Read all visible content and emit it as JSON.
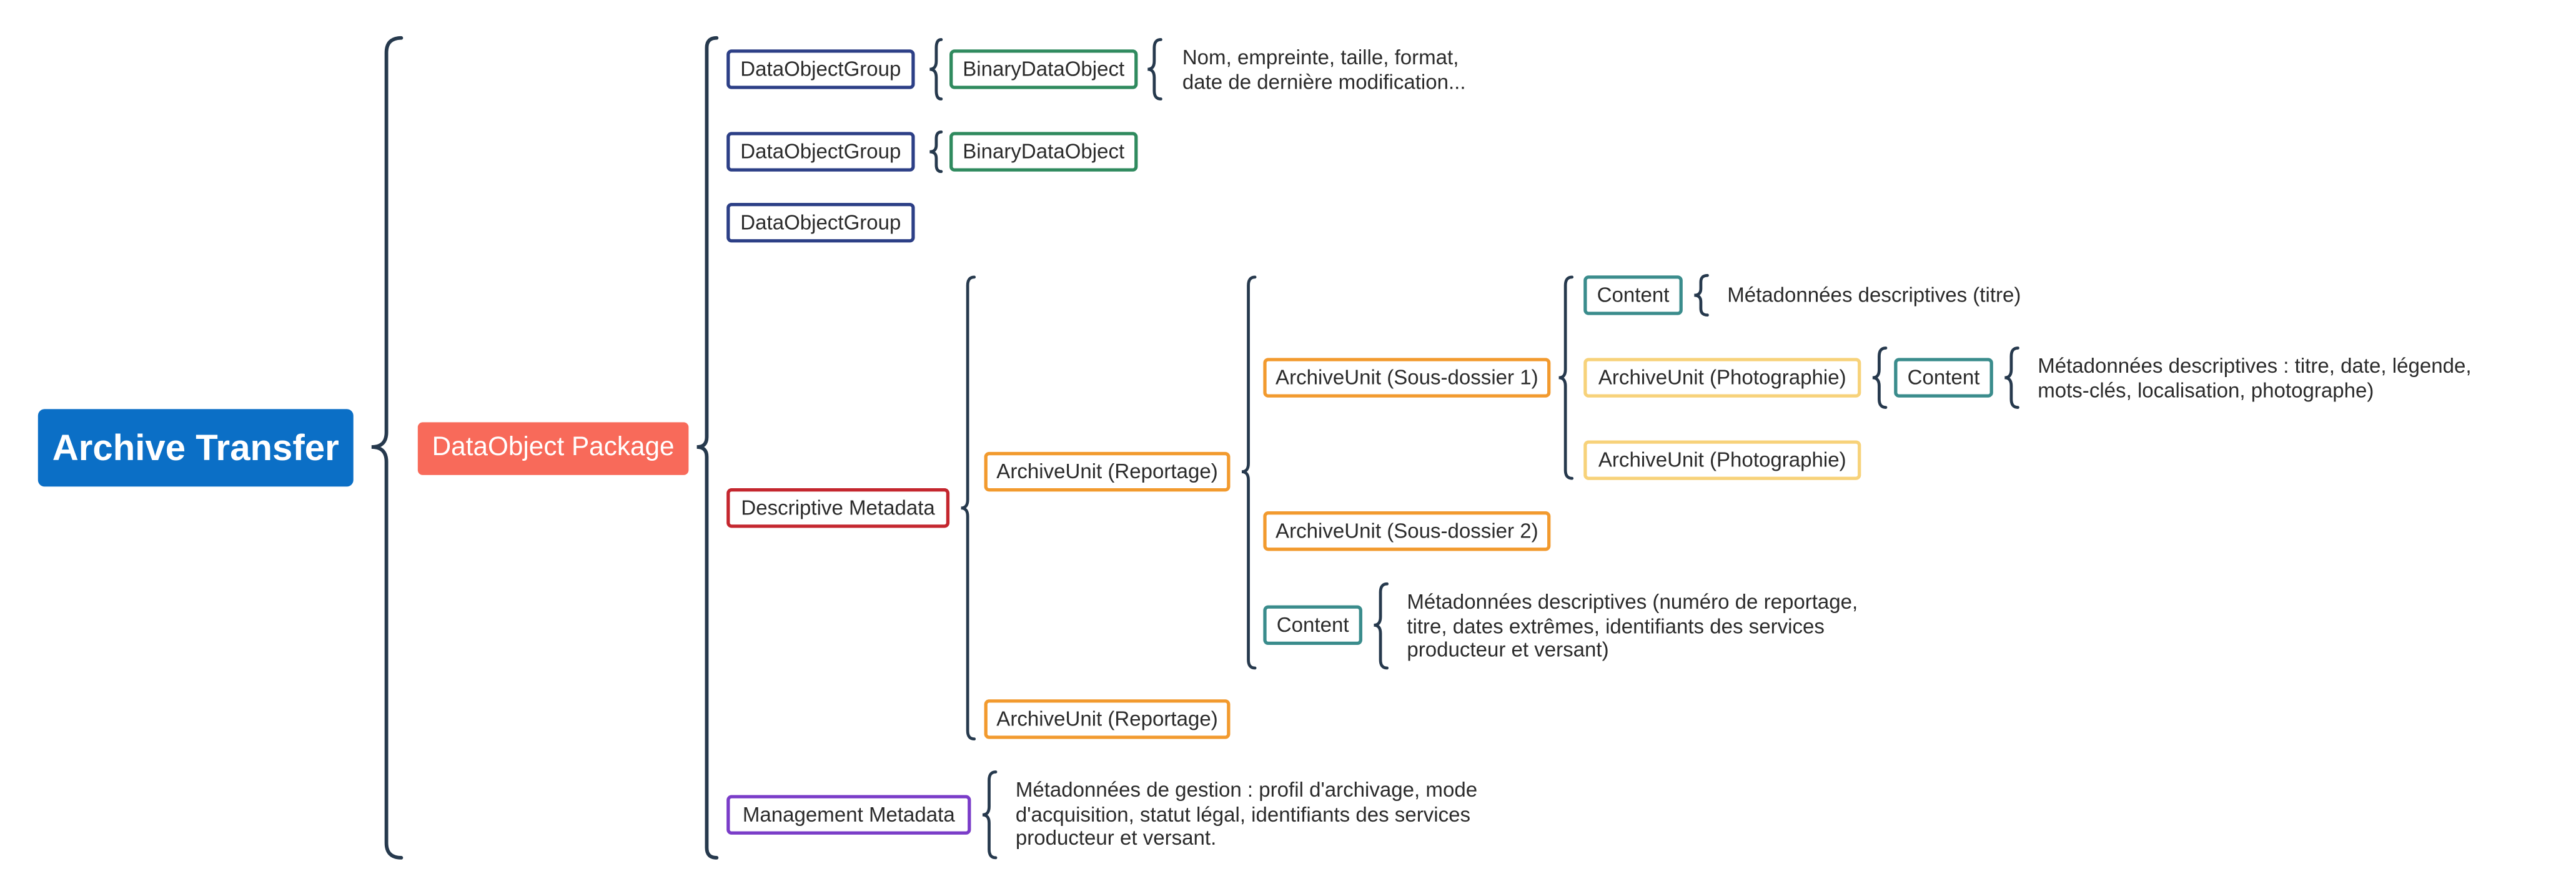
{
  "colors": {
    "root_fill": "#0b6fc6",
    "package_fill": "#f86a5a",
    "data_object_group": "#2c3f86",
    "binary_data_object": "#2f8a5e",
    "descriptive_metadata": "#c4262e",
    "management_metadata": "#7a3cc8",
    "archive_unit": "#f29a2e",
    "archive_unit_photo": "#f7d27a",
    "content": "#3a8c8c",
    "connector": "#26394d"
  },
  "root": {
    "label": "Archive Transfer"
  },
  "package": {
    "label": "DataObject Package"
  },
  "data_object_groups": [
    {
      "label": "DataObjectGroup",
      "binary": {
        "label": "BinaryDataObject",
        "note": [
          "Nom, empreinte, taille, format,",
          "date de dernière modification..."
        ]
      }
    },
    {
      "label": "DataObjectGroup",
      "binary": {
        "label": "BinaryDataObject"
      }
    },
    {
      "label": "DataObjectGroup"
    }
  ],
  "descriptive_metadata": {
    "label": "Descriptive Metadata",
    "reportage_1": {
      "label": "ArchiveUnit (Reportage)",
      "sous_dossier_1": {
        "label": "ArchiveUnit (Sous-dossier 1)",
        "content": {
          "label": "Content",
          "note": [
            "Métadonnées descriptives (titre)"
          ]
        },
        "photographies": [
          {
            "label": "ArchiveUnit (Photographie)",
            "content": {
              "label": "Content",
              "note": [
                "Métadonnées descriptives : titre, date, légende,",
                "mots-clés, localisation, photographe)"
              ]
            }
          },
          {
            "label": "ArchiveUnit (Photographie)"
          }
        ]
      },
      "sous_dossier_2": {
        "label": "ArchiveUnit (Sous-dossier 2)"
      },
      "content": {
        "label": "Content",
        "note": [
          "Métadonnées descriptives (numéro de reportage,",
          "titre, dates extrêmes, identifiants des services",
          "producteur et versant)"
        ]
      }
    },
    "reportage_2": {
      "label": "ArchiveUnit (Reportage)"
    }
  },
  "management_metadata": {
    "label": "Management Metadata",
    "note": [
      "Métadonnées de gestion : profil d'archivage, mode",
      "d'acquisition, statut légal, identifiants des services",
      "producteur et versant."
    ]
  }
}
